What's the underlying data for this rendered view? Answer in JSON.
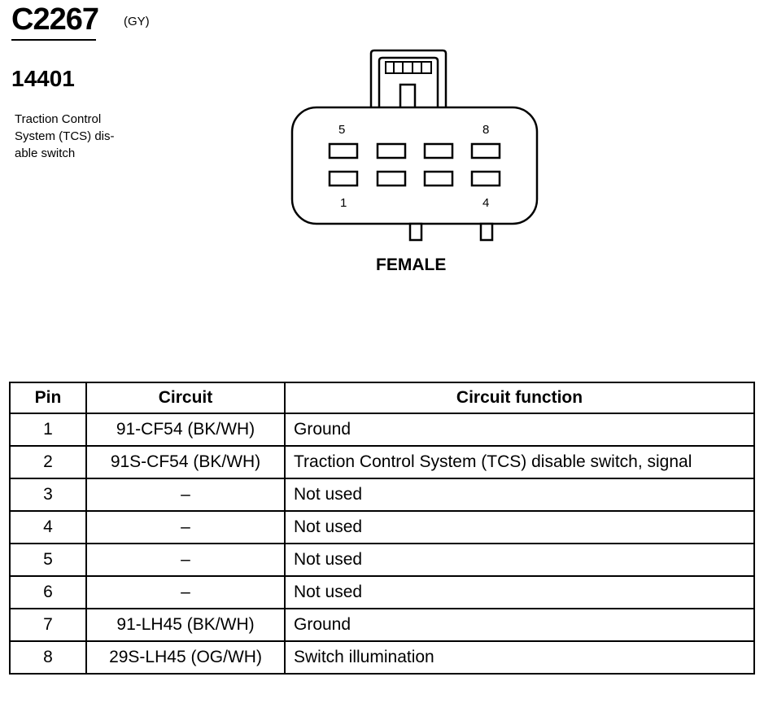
{
  "header": {
    "connector_id": "C2267",
    "color_code": "(GY)",
    "part_number": "14401",
    "description_lines": [
      "Traction Control",
      "System (TCS) dis-",
      "able switch"
    ]
  },
  "connector": {
    "pin_labels": {
      "top_left": "5",
      "top_right": "8",
      "bottom_left": "1",
      "bottom_right": "4"
    },
    "gender": "FEMALE"
  },
  "table": {
    "headers": [
      "Pin",
      "Circuit",
      "Circuit function"
    ],
    "rows": [
      {
        "pin": "1",
        "circuit": "91-CF54 (BK/WH)",
        "function": "Ground"
      },
      {
        "pin": "2",
        "circuit": "91S-CF54 (BK/WH)",
        "function": "Traction Control System (TCS) disable switch, signal"
      },
      {
        "pin": "3",
        "circuit": "–",
        "function": "Not used"
      },
      {
        "pin": "4",
        "circuit": "–",
        "function": "Not used"
      },
      {
        "pin": "5",
        "circuit": "–",
        "function": "Not used"
      },
      {
        "pin": "6",
        "circuit": "–",
        "function": "Not used"
      },
      {
        "pin": "7",
        "circuit": "91-LH45 (BK/WH)",
        "function": "Ground"
      },
      {
        "pin": "8",
        "circuit": "29S-LH45 (OG/WH)",
        "function": "Switch illumination"
      }
    ]
  }
}
